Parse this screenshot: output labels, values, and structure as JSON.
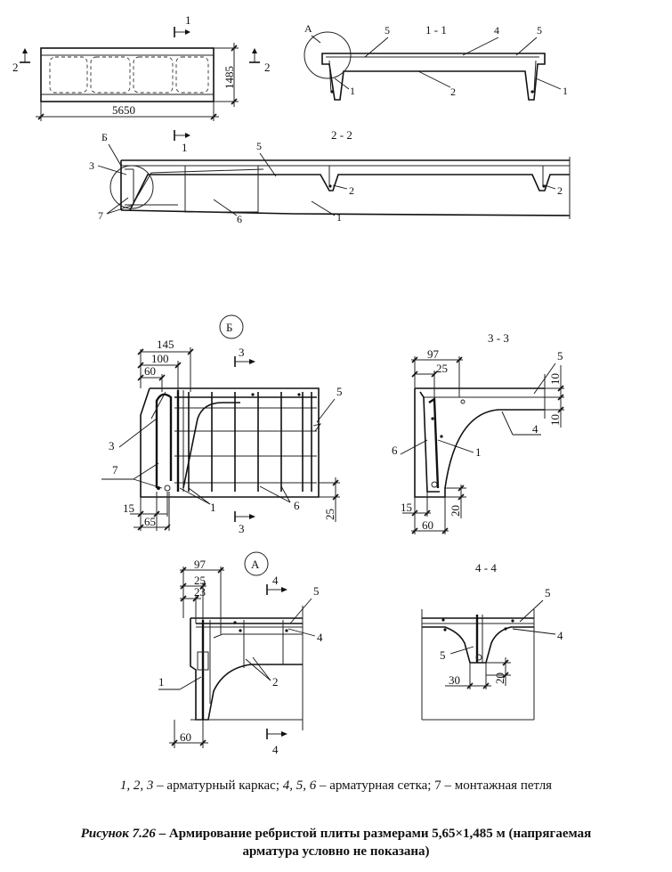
{
  "plan_view": {
    "section_mark": "1",
    "side_mark": "2",
    "length_dim": "5650",
    "width_dim": "1485"
  },
  "section_1_1": {
    "title": "1 - 1",
    "node_label": "А",
    "callouts": [
      "5",
      "4",
      "5",
      "2",
      "1",
      "1"
    ]
  },
  "section_2_2": {
    "title": "2 - 2",
    "node_label": "Б",
    "callouts": [
      "3",
      "7",
      "5",
      "6",
      "1",
      "2",
      "2"
    ]
  },
  "node_b": {
    "title": "Б",
    "dims": [
      "145",
      "100",
      "60",
      "15",
      "65",
      "25"
    ],
    "section_mark": "3",
    "callouts": [
      "5",
      "3",
      "7",
      "1",
      "6"
    ]
  },
  "section_3_3": {
    "title": "3 - 3",
    "dims": [
      "97",
      "25",
      "10",
      "10",
      "15",
      "20",
      "60"
    ],
    "callouts": [
      "5",
      "4",
      "6",
      "1"
    ]
  },
  "node_a": {
    "title": "А",
    "dims": [
      "97",
      "25",
      "23",
      "60"
    ],
    "section_mark": "4",
    "callouts": [
      "5",
      "4",
      "1",
      "2"
    ]
  },
  "section_4_4": {
    "title": "4 - 4",
    "dims": [
      "30",
      "20"
    ],
    "callouts": [
      "5",
      "4",
      "5"
    ]
  },
  "legend": {
    "part1_italic": "1, 2, 3",
    "part1_text": " – арматурный каркас; ",
    "part2_italic": "4, 5, 6",
    "part2_text": " – арматурная сетка; 7 – монтажная петля"
  },
  "figure_caption": {
    "label": "Рисунок 7.26",
    "line1": " – Армирование ребристой плиты размерами 5,65×1,485 м (напрягаемая",
    "line2": "арматура условно не показана)"
  }
}
